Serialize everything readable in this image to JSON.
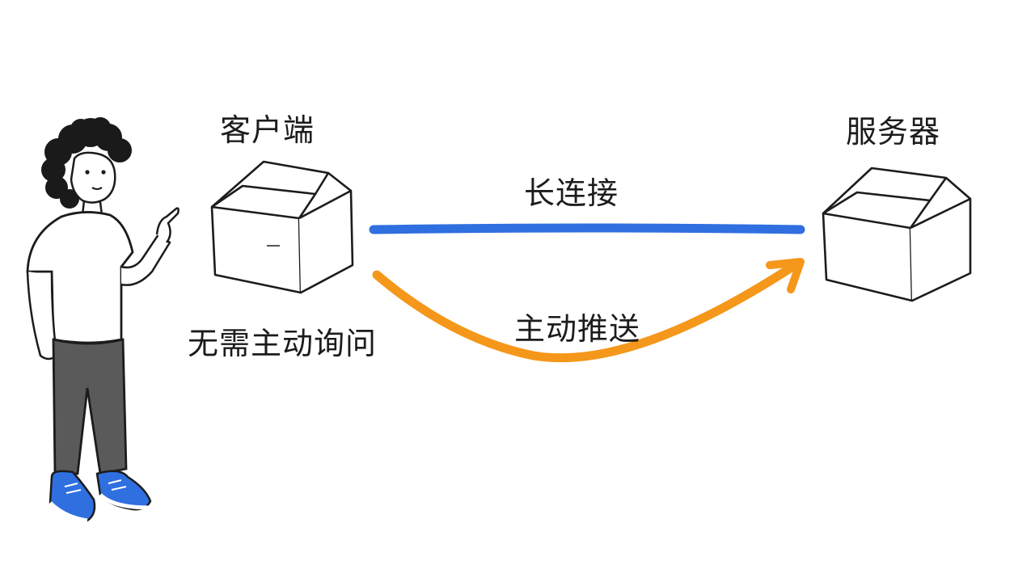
{
  "labels": {
    "client": "客户端",
    "server": "服务器",
    "long_connection": "长连接",
    "active_push": "主动推送",
    "no_polling": "无需主动询问"
  },
  "colors": {
    "ink": "#1c1c1c",
    "long_connection_line": "#2f6fe0",
    "push_arrow": "#f5971a",
    "shirt": "#ffffff",
    "pants": "#5a5a5a",
    "shoes": "#2f6fe0",
    "hair": "#1a1a1a"
  },
  "icons": {
    "client_box": "box-icon",
    "server_box": "box-icon",
    "person": "person-pointing-icon"
  }
}
